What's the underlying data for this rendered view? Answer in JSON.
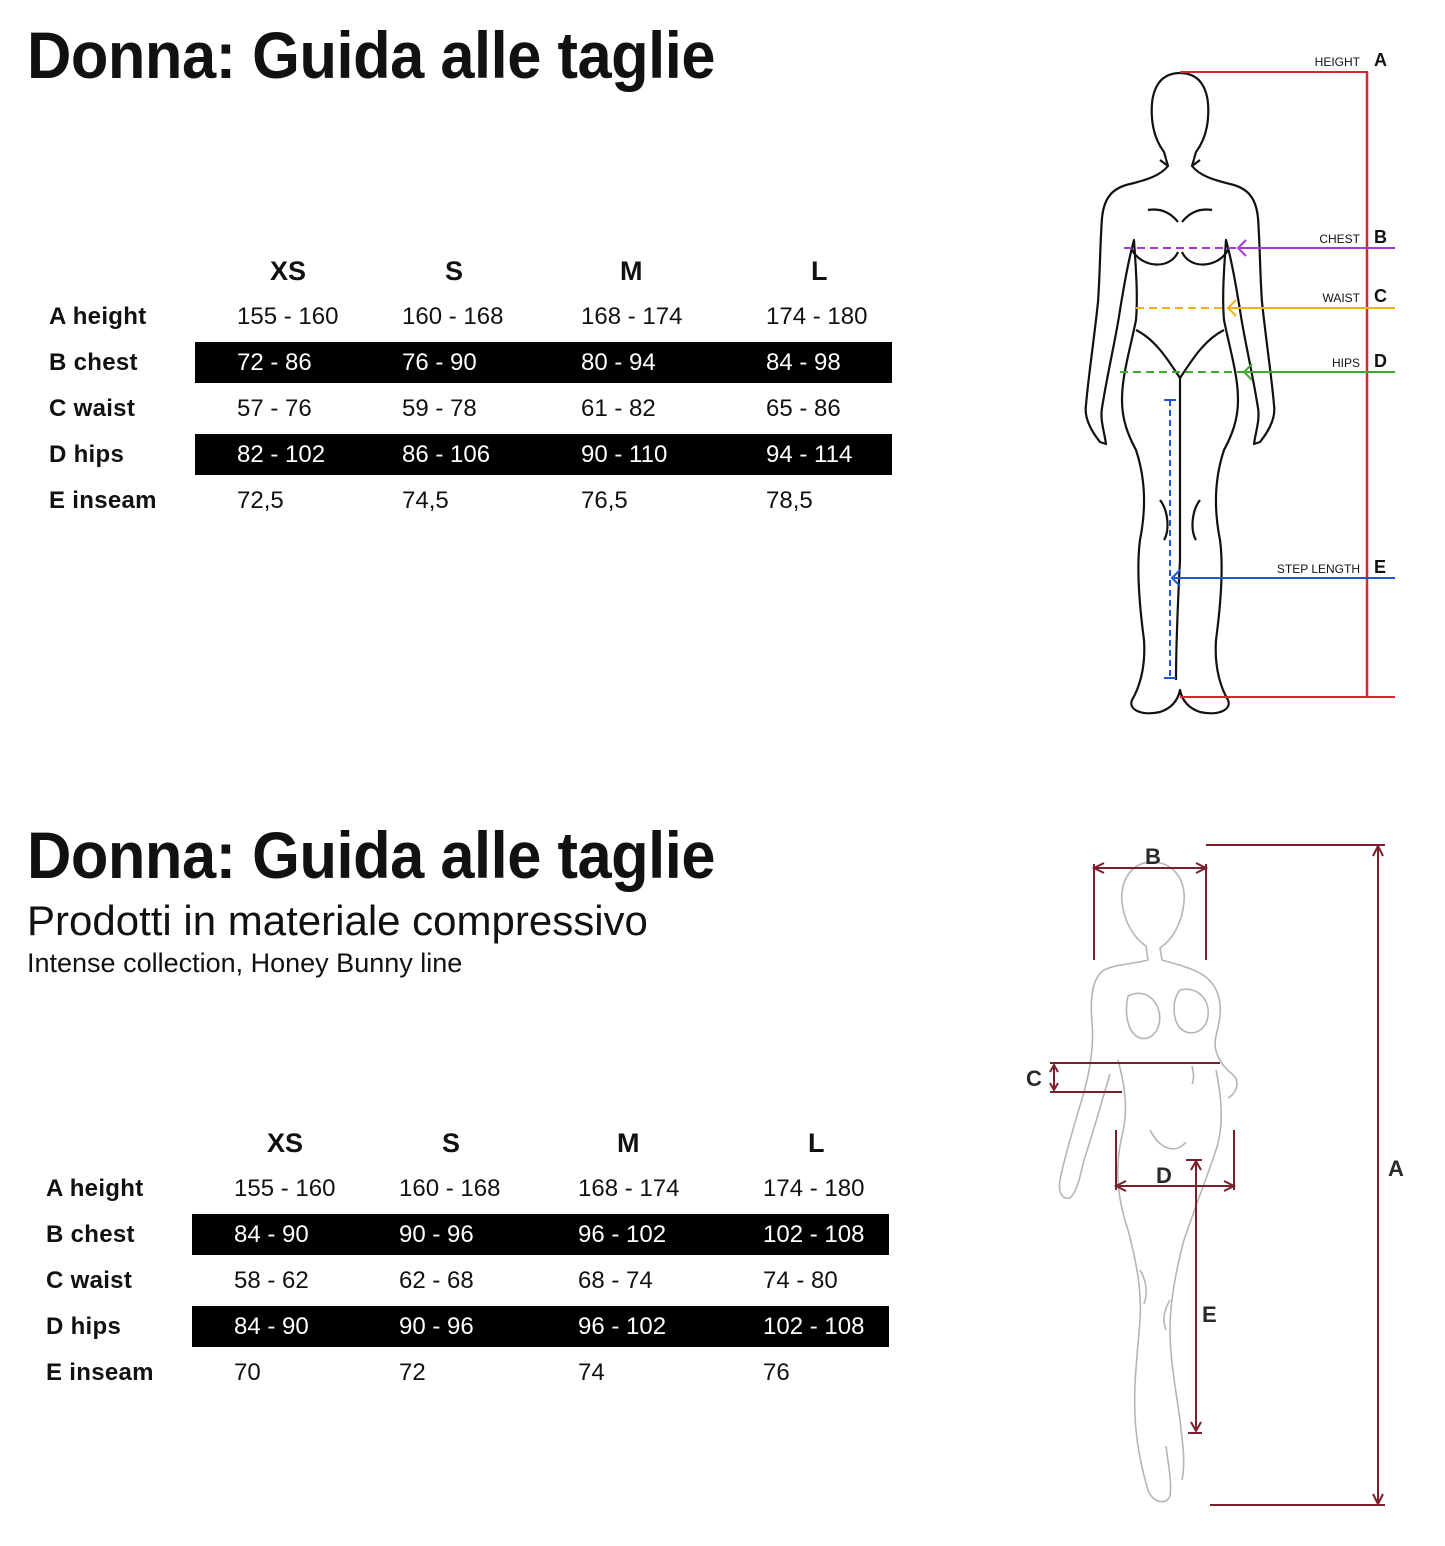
{
  "sections": [
    {
      "title": "Donna: Guida alle taglie",
      "sizes": [
        "XS",
        "S",
        "M",
        "L"
      ],
      "rows": [
        {
          "label": "A height",
          "values": [
            "155 - 160",
            "160 - 168",
            "168 - 174",
            "174 - 180"
          ]
        },
        {
          "label": "B chest",
          "values": [
            "72 - 86",
            "76 - 90",
            "80 - 94",
            "84 - 98"
          ]
        },
        {
          "label": "C waist",
          "values": [
            "57 - 76",
            "59 - 78",
            "61 - 82",
            "65 - 86"
          ]
        },
        {
          "label": "D hips",
          "values": [
            "82 - 102",
            "86 - 106",
            "90 - 110",
            "94 - 114"
          ]
        },
        {
          "label": "E inseam",
          "values": [
            "72,5",
            "74,5",
            "76,5",
            "78,5"
          ]
        }
      ],
      "diagram": {
        "markers": [
          {
            "letter": "A",
            "text": "HEIGHT",
            "color": "#d9262b"
          },
          {
            "letter": "B",
            "text": "CHEST",
            "color": "#a63ad6"
          },
          {
            "letter": "C",
            "text": "WAIST",
            "color": "#f0b21b"
          },
          {
            "letter": "D",
            "text": "HIPS",
            "color": "#3faa2d"
          },
          {
            "letter": "E",
            "text": "STEP LENGTH",
            "color": "#1f55d8"
          }
        ]
      }
    },
    {
      "title": "Donna: Guida alle taglie",
      "subtitle": "Prodotti in materiale compressivo",
      "caption": "Intense collection, Honey Bunny line",
      "sizes": [
        "XS",
        "S",
        "M",
        "L"
      ],
      "rows": [
        {
          "label": "A height",
          "values": [
            "155 - 160",
            "160 - 168",
            "168 - 174",
            "174 - 180"
          ]
        },
        {
          "label": "B chest",
          "values": [
            "84 - 90",
            "90 - 96",
            "96 - 102",
            "102 - 108"
          ]
        },
        {
          "label": "C waist",
          "values": [
            "58 - 62",
            "62 - 68",
            "68 - 74",
            "74 - 80"
          ]
        },
        {
          "label": "D hips",
          "values": [
            "84 - 90",
            "90 - 96",
            "96 - 102",
            "102 - 108"
          ]
        },
        {
          "label": "E inseam",
          "values": [
            "70",
            "72",
            "74",
            "76"
          ]
        }
      ],
      "diagram": {
        "color": "#7a1f2c",
        "letters": [
          "A",
          "B",
          "C",
          "D",
          "E"
        ]
      }
    }
  ]
}
